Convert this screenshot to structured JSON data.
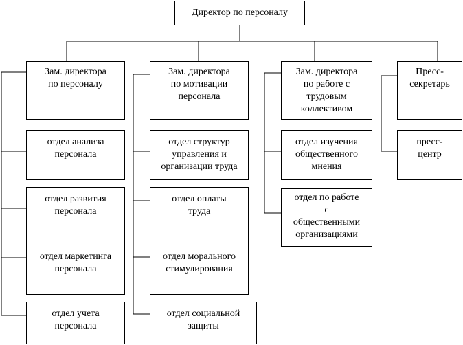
{
  "nodes": {
    "director": "Директор по персоналу",
    "deputy_personnel": "Зам. директора\nпо персоналу",
    "deputy_motivation": "Зам. директора\nпо мотивации\nперсонала",
    "deputy_collective": "Зам. директора\nпо работе с\nтрудовым\nколлективом",
    "press_secretary": "Пресс-\nсекретарь",
    "dept_analysis": "отдел анализа\nперсонала",
    "dept_development": "отдел развития\nперсонала",
    "dept_marketing": "отдел маркетинга\nперсонала",
    "dept_accounting": "отдел учета\nперсонала",
    "dept_structures": "отдел структур\nуправления и\nорганизации труда",
    "dept_payment": "отдел оплаты\nтруда",
    "dept_moral": "отдел морального\nстимулирования",
    "dept_social": "отдел социальной\nзащиты",
    "dept_opinion": "отдел изучения\nобщественного\nмнения",
    "dept_organizations": "отдел по работе\nс\nобщественными\nорганизациями",
    "press_center": "пресс-\nцентр"
  }
}
